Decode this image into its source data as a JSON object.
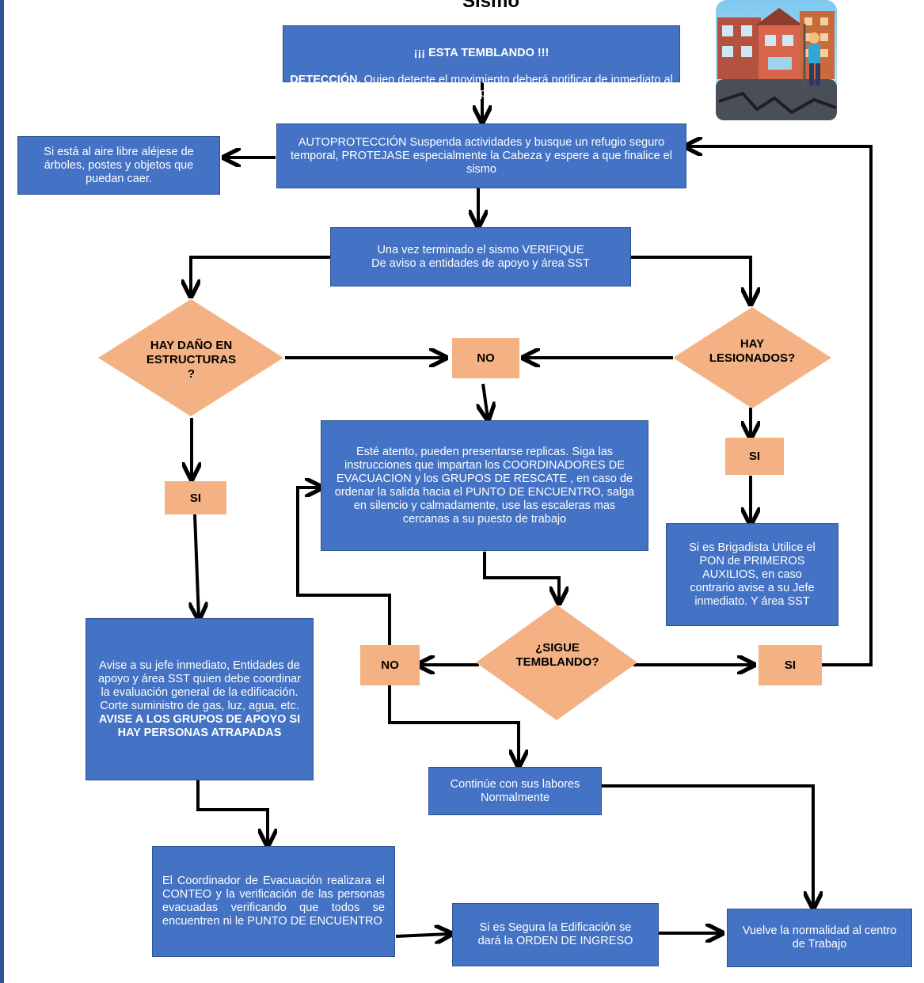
{
  "title": "Sismo",
  "illustration": {
    "icon": "earthquake-illustration"
  },
  "colors": {
    "box": "#4472C4",
    "label": "#F4B183",
    "arrow": "#000000",
    "border": "#2F5597"
  },
  "boxes": {
    "detection_line1": "¡¡¡ ESTA TEMBLANDO !!!",
    "detection_bold": "DETECCIÓN.",
    "detection_rest": " Quien detecte el movimiento deberá notificar de inmediato al resto del personal .",
    "autoproteccion": "AUTOPROTECCIÓN Suspenda actividades y busque un refugio seguro temporal, PROTEJASE especialmente la Cabeza  y espere a que finalice el sismo",
    "aire_libre": "Si está al aire libre aléjese de árboles, postes y objetos que puedan caer.",
    "verifique": "Una vez terminado el sismo  VERIFIQUE\nDe aviso a entidades de apoyo y área SST",
    "replicas": "Esté atento, pueden presentarse replicas. Siga las instrucciones que impartan los COORDINADORES DE EVACUACION y los GRUPOS DE RESCATE , en caso de ordenar la salida hacia el PUNTO DE ENCUENTRO, salga en silencio y calmadamente, use las escaleras mas cercanas a su puesto de trabajo",
    "brigadista": "Si es Brigadista Utilice el PON de PRIMEROS AUXILIOS, en caso contrario avise a su Jefe inmediato. Y área SST",
    "avise_jefe": "Avise a su jefe inmediato, Entidades de apoyo y área SST quien debe coordinar la evaluación general de la edificación.\nCorte suministro de gas, luz, agua, etc.",
    "avise_grupos": "AVISE A LOS GRUPOS DE APOYO SI HAY PERSONAS ATRAPADAS",
    "continue": "Continúe con sus labores Normalmente",
    "coordinador": "El Coordinador de Evacuación realizara el CONTEO y la verificación de las personas evacuadas verificando que todos se encuentren ni le PUNTO DE ENCUENTRO",
    "ingreso": "Si es Segura la Edificación se dará la ORDEN DE INGRESO",
    "normalidad": "Vuelve la normalidad al centro de Trabajo"
  },
  "decisions": {
    "estructuras": "HAY DAÑO EN ESTRUCTURAS\n?",
    "lesionados": "HAY\nLESIONADOS?",
    "sigue": "¿SIGUE\nTEMBLANDO?"
  },
  "labels": {
    "no_top": "NO",
    "si_left": "SI",
    "si_right": "SI",
    "no_bottom": "NO",
    "si_bottom": "SI"
  }
}
